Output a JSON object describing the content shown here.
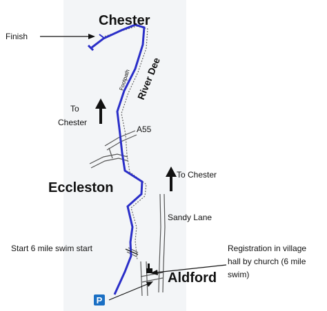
{
  "places": {
    "chester": "Chester",
    "eccleston": "Eccleston",
    "aldford": "Aldford"
  },
  "labels": {
    "finish": "Finish",
    "to_chester_left_1": "To",
    "to_chester_left_2": "Chester",
    "to_chester_right": "To Chester",
    "a55": "A55",
    "footpath": "Footpath",
    "river_dee": "River Dee",
    "sandy_lane": "Sandy Lane",
    "start": "Start 6 mile swim start",
    "registration_1": "Registration in village",
    "registration_2": "hall by church (6 mile",
    "registration_3": "swim)",
    "parking": "P"
  },
  "colors": {
    "river": "#2a2ec8",
    "background_strip": "#f3f5f7",
    "road": "#555555",
    "parking_bg": "#1a6fc4"
  },
  "icons": {
    "parking": "parking-icon",
    "church": "church-icon",
    "arrow": "north-arrow-icon"
  }
}
